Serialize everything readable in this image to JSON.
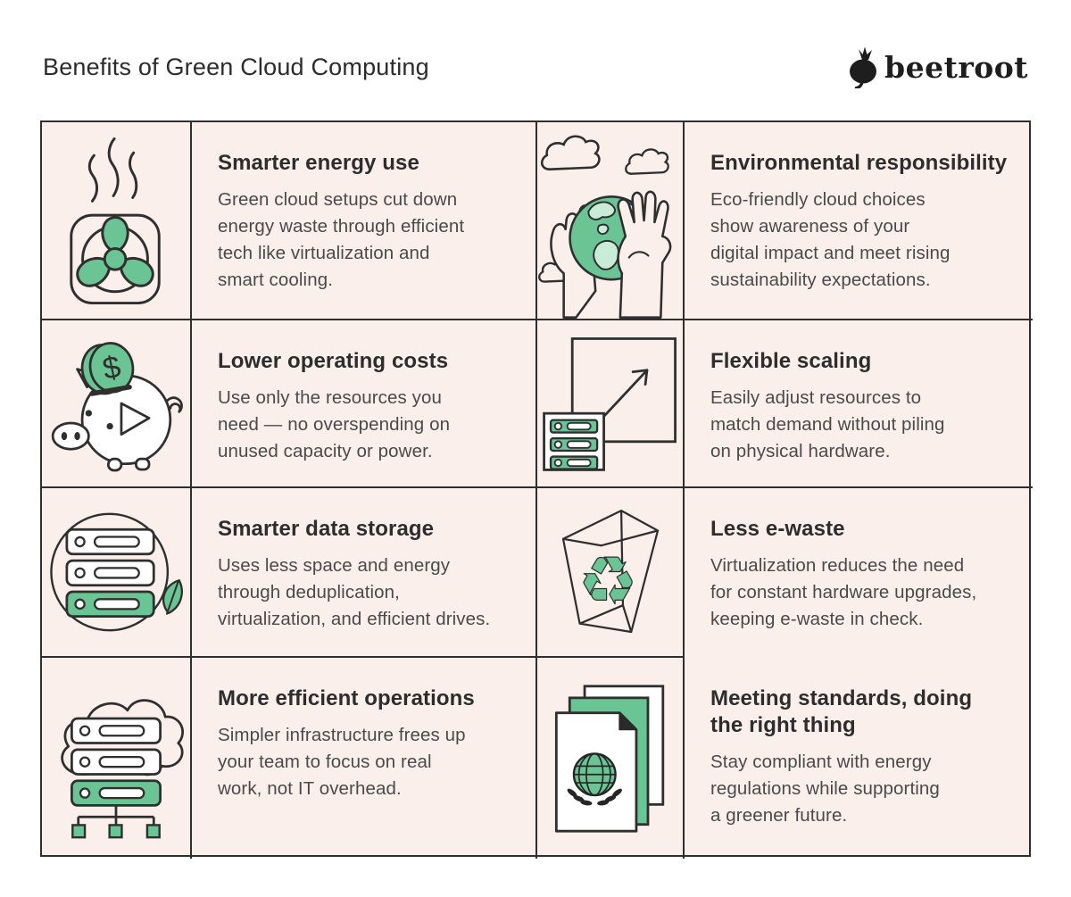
{
  "page": {
    "title": "Benefits of Green Cloud Computing",
    "brand": "beetroot"
  },
  "colors": {
    "page_background": "#ffffff",
    "cell_background": "#fbefec",
    "line": "#2f2f2f",
    "heading_text": "#2d2d2d",
    "body_text": "#4a4a4a",
    "accent_green": "#6ac493",
    "accent_green_light": "#c9ecd8",
    "logo_black": "#1e1e1e"
  },
  "cells": [
    {
      "icon": "fan-cooling-icon",
      "title": "Smarter energy use",
      "body": "Green cloud setups cut down\nenergy waste through efficient\ntech like virtualization and\nsmart cooling."
    },
    {
      "icon": "hands-holding-globe-icon",
      "title": "Environmental responsibility",
      "body": "Eco-friendly cloud choices\nshow awareness of your\ndigital impact and meet rising\nsustainability expectations."
    },
    {
      "icon": "piggy-bank-coin-icon",
      "title": "Lower operating costs",
      "body": "Use only the resources you\nneed — no overspending on\nunused capacity or power."
    },
    {
      "icon": "scaling-server-arrow-icon",
      "title": "Flexible scaling",
      "body": "Easily adjust resources to\nmatch demand without piling\non physical hardware."
    },
    {
      "icon": "storage-leaf-icon",
      "title": "Smarter data storage",
      "body": "Uses less space and energy\nthrough deduplication,\nvirtualization, and efficient drives."
    },
    {
      "icon": "recycle-bin-icon",
      "title": "Less e-waste",
      "body": "Virtualization reduces the need\nfor constant hardware upgrades,\nkeeping e-waste in check."
    },
    {
      "icon": "cloud-server-network-icon",
      "title": "More efficient operations",
      "body": "Simpler infrastructure frees up\nyour team to focus on real\nwork, not IT overhead."
    },
    {
      "icon": "compliance-documents-icon",
      "title": "Meeting standards, doing\nthe right thing",
      "body": "Stay compliant with energy\nregulations while supporting\na greener future."
    }
  ]
}
